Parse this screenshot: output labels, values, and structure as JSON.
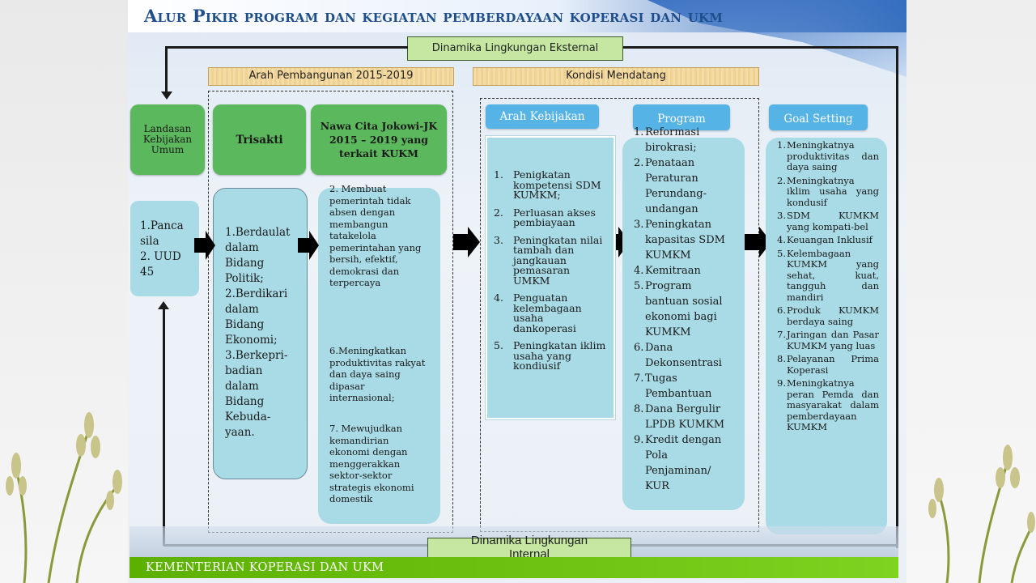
{
  "title": "Alur Pikir program dan kegiatan pemberdayaan koperasi dan ukm",
  "headers": {
    "external": "Dinamika Lingkungan Eksternal",
    "arah_pembangunan": "Arah Pembangunan 2015-2019",
    "kondisi": "Kondisi Mendatang",
    "internal_line1": "Dinamika Lingkungan",
    "internal_line2": "Internal"
  },
  "landasan": {
    "label": "Landasan Kebijakan Umum",
    "items": [
      "1.Panca sila",
      "2. UUD 45"
    ]
  },
  "trisakti": {
    "label": "Trisakti",
    "items": [
      "1.Berdaulat dalam Bidang Politik;",
      "2.Berdikari dalam Bidang Ekonomi;",
      "3.Berkepri-badian dalam Bidang Kebuda-yaan."
    ]
  },
  "nawacita": {
    "label": "Nawa Cita Jokowi-JK 2015 – 2019 yang terkait KUKM",
    "items": [
      "2. Membuat pemerintah tidak absen dengan membangun tatakelola pemerintahan yang bersih, efektif, demokrasi dan terpercaya",
      "6.Meningkatkan produktivitas rakyat dan daya saing dipasar internasional;",
      "7. Mewujudkan kemandirian ekonomi dengan menggerakkan sektor-sektor strategis ekonomi domestik"
    ]
  },
  "arah_kebijakan": {
    "label": "Arah Kebijakan",
    "items": [
      {
        "num": "1.",
        "text": "Penigkatan kompetensi SDM KUMKM;"
      },
      {
        "num": "2.",
        "text": "Perluasan akses pembiayaan"
      },
      {
        "num": "3.",
        "text": "Peningkatan nilai tambah dan jangkauan pemasaran UMKM"
      },
      {
        "num": "4.",
        "text": "Penguatan kelembagaan usaha dankoperasi"
      },
      {
        "num": "5.",
        "text": "Peningkatan iklim usaha yang kondiusif"
      }
    ]
  },
  "program": {
    "label": "Program",
    "items": [
      {
        "num": "1.",
        "text": "Reformasi birokrasi;"
      },
      {
        "num": "2.",
        "text": "Penataan Peraturan Perundang-undangan"
      },
      {
        "num": "3.",
        "text": "Peningkatan kapasitas SDM KUMKM"
      },
      {
        "num": "4.",
        "text": "Kemitraan"
      },
      {
        "num": "5.",
        "text": "Program bantuan sosial ekonomi bagi KUMKM"
      },
      {
        "num": "6.",
        "text": "Dana Dekonsentrasi"
      },
      {
        "num": "7.",
        "text": "Tugas Pembantuan"
      },
      {
        "num": "8.",
        "text": "Dana Bergulir LPDB KUMKM"
      },
      {
        "num": "9.",
        "text": "Kredit dengan Pola Penjaminan/ KUR"
      }
    ]
  },
  "goal_setting": {
    "label": "Goal Setting",
    "items": [
      {
        "num": "1.",
        "text": "Meningkatnya produktivitas dan daya saing"
      },
      {
        "num": "2.",
        "text": "Meningkatnya iklim usaha yang kondusif"
      },
      {
        "num": "3.",
        "text": "SDM KUMKM yang kompati-bel"
      },
      {
        "num": "4.",
        "text": "Keuangan Inklusif"
      },
      {
        "num": "5.",
        "text": "Kelembagaan KUMKM yang sehat, kuat, tangguh dan mandiri"
      },
      {
        "num": "6.",
        "text": "Produk KUMKM berdaya saing"
      },
      {
        "num": "7.",
        "text": "Jaringan dan Pasar KUMKM yang luas"
      },
      {
        "num": "8.",
        "text": "Pelayanan Prima Koperasi"
      },
      {
        "num": "9.",
        "text": "Meningkatnya peran Pemda dan masyarakat dalam pemberdayaan KUMKM"
      }
    ]
  },
  "footer": "KEMENTERIAN  KOPERASI  DAN UKM",
  "colors": {
    "title": "#1f4e8c",
    "green_card": "#5cb85c",
    "panel": "#a8dbe6",
    "tab": "#55b3e6",
    "footer": "#6cc00e"
  }
}
